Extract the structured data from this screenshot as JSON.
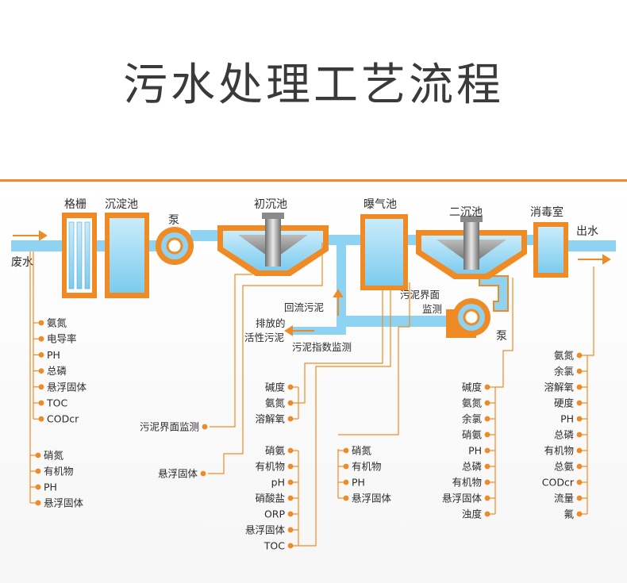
{
  "title": "污水处理工艺流程",
  "colors": {
    "water": "#8fd3f2",
    "equipment_frame": "#f08a24",
    "leader_line": "#f08a24",
    "dot": "#f08a24",
    "title_text": "#3a3a3a"
  },
  "units": {
    "grille": "格栅",
    "sedimentation": "沉淀池",
    "pump1": "泵",
    "primary": "初沉池",
    "aeration": "曝气池",
    "secondary": "二沉池",
    "disinfection": "消毒室",
    "pump2": "泵"
  },
  "flows": {
    "inlet": "废水",
    "outlet": "出水",
    "return_sludge": "回流污泥",
    "waste_sludge_1": "排放的",
    "waste_sludge_2": "活性污泥",
    "sludge_interface_1": "污泥界面",
    "sludge_interface_2": "监测",
    "sludge_index": "污泥指数监测"
  },
  "groups": {
    "inlet_a": [
      "氨氮",
      "电导率",
      "PH",
      "总磷",
      "悬浮固体",
      "TOC",
      "CODcr"
    ],
    "inlet_b": [
      "硝氮",
      "有机物",
      "PH",
      "悬浮固体"
    ],
    "sludge_interface": "污泥界面监测",
    "primary_ss": "悬浮固体",
    "aeration_a": [
      "碱度",
      "氨氮",
      "溶解氧"
    ],
    "aeration_b": [
      "硝氨",
      "有机物",
      "pH",
      "硝酸盐",
      "ORP",
      "悬浮固体",
      "TOC"
    ],
    "secondary_a": [
      "硝氮",
      "有机物",
      "PH",
      "悬浮固体"
    ],
    "secondary_b": [
      "碱度",
      "氨氮",
      "余氯",
      "硝氨",
      "PH",
      "总磷",
      "有机物",
      "悬浮固体",
      "浊度"
    ],
    "outlet": [
      "氨氮",
      "余氯",
      "溶解氧",
      "硬度",
      "PH",
      "总磷",
      "有机物",
      "总氨",
      "CODcr",
      "流量",
      "氟"
    ]
  }
}
